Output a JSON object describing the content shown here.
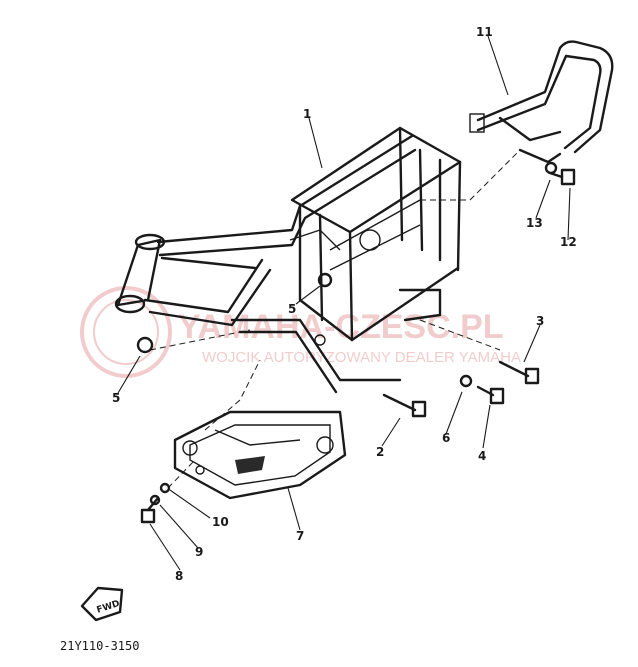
{
  "diagram": {
    "part_labels": [
      "1",
      "2",
      "3",
      "4",
      "5",
      "5",
      "6",
      "7",
      "8",
      "9",
      "10",
      "11",
      "12",
      "13"
    ],
    "code": "21Y110-3150",
    "fwd": "FWD"
  },
  "watermark": {
    "main": "YAMAHA-CZESC.PL",
    "sub": "WOJCIK AUTORYZOWANY DEALER YAMAHA",
    "color": "#e7a3a3"
  }
}
